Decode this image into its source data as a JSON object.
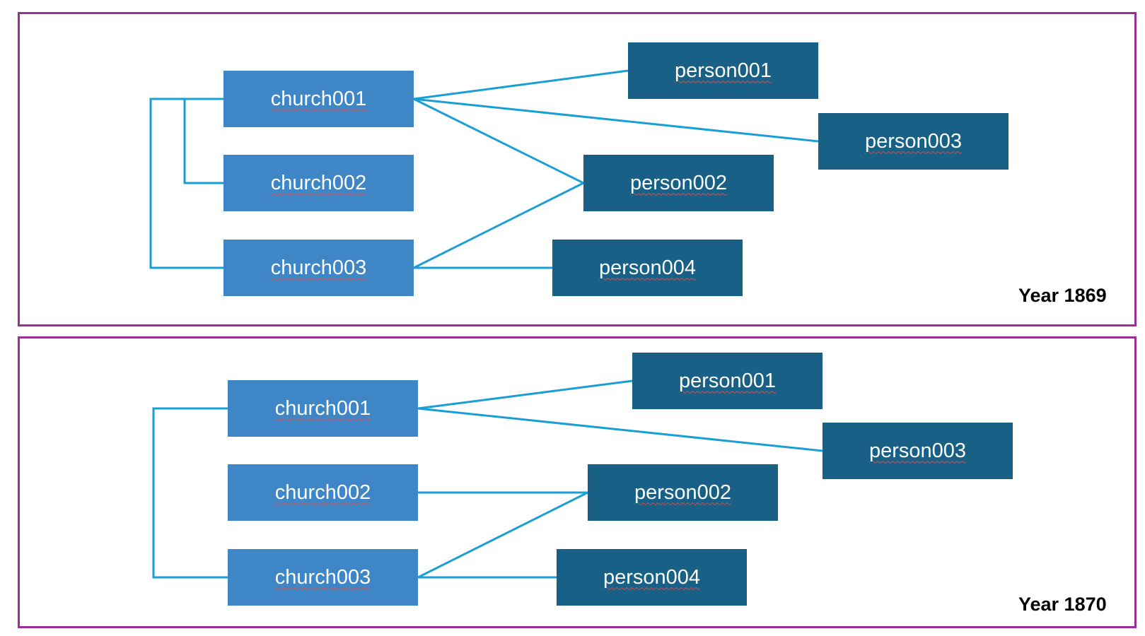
{
  "panels": [
    {
      "year_label": "Year 1869",
      "nodes": {
        "church001": "church001",
        "church002": "church002",
        "church003": "church003",
        "person001": "person001",
        "person002": "person002",
        "person003": "person003",
        "person004": "person004"
      },
      "edges": [
        [
          "church001",
          "church002"
        ],
        [
          "church001",
          "church003"
        ],
        [
          "church001",
          "person001"
        ],
        [
          "church001",
          "person003"
        ],
        [
          "church001",
          "person002"
        ],
        [
          "church003",
          "person002"
        ],
        [
          "church003",
          "person004"
        ]
      ]
    },
    {
      "year_label": "Year 1870",
      "nodes": {
        "church001": "church001",
        "church002": "church002",
        "church003": "church003",
        "person001": "person001",
        "person002": "person002",
        "person003": "person003",
        "person004": "person004"
      },
      "edges": [
        [
          "church001",
          "church003"
        ],
        [
          "church001",
          "person001"
        ],
        [
          "church001",
          "person003"
        ],
        [
          "church002",
          "person002"
        ],
        [
          "church003",
          "person002"
        ],
        [
          "church003",
          "person004"
        ]
      ]
    }
  ],
  "colors": {
    "panel_border": "#9b2f96",
    "church_fill": "#3e86c6",
    "person_fill": "#186085",
    "connector": "#1a9fd4"
  }
}
